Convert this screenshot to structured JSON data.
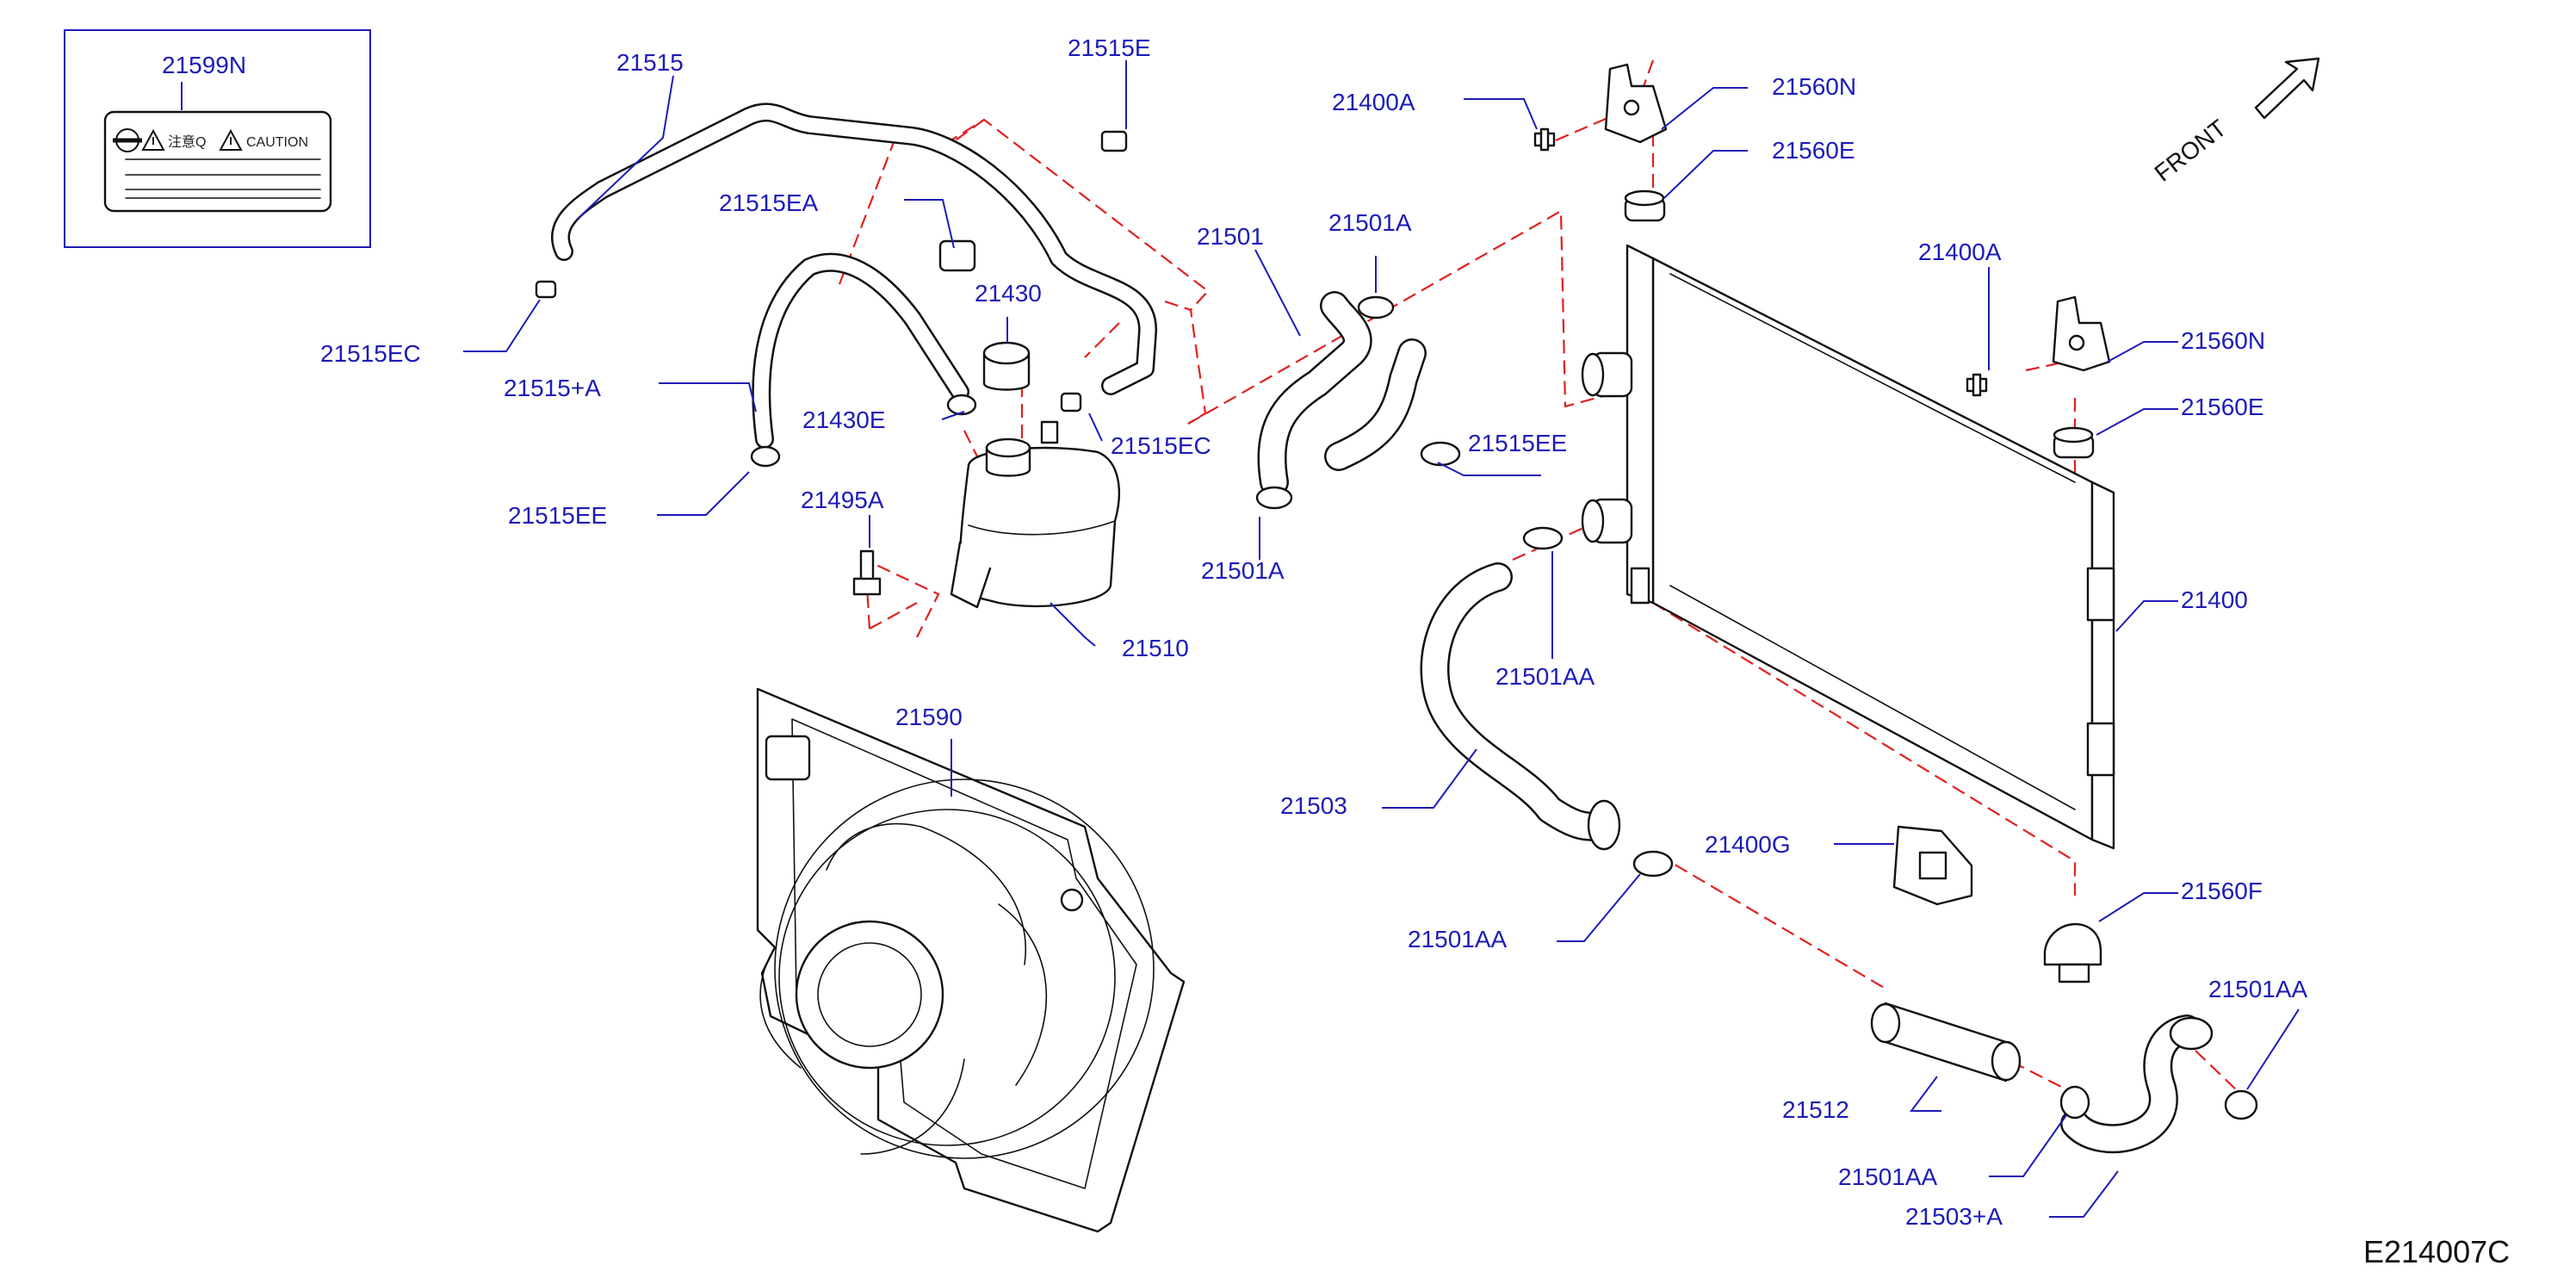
{
  "diagram": {
    "reference_code": "E214007C",
    "front_indicator": "FRONT",
    "label_box": {
      "part_number": "21599N",
      "caution_text": "CAUTION",
      "japanese_caution_text": "注意Q"
    },
    "part_labels": {
      "p21515": "21515",
      "p21515E": "21515E",
      "p21515EA": "21515EA",
      "p21515EC_left": "21515EC",
      "p21515A": "21515+A",
      "p21515EE_left": "21515EE",
      "p21430": "21430",
      "p21430E": "21430E",
      "p21515EC_right": "21515EC",
      "p21495A": "21495A",
      "p21510": "21510",
      "p21501": "21501",
      "p21501A_top": "21501A",
      "p21501A_bottom": "21501A",
      "p21515EE_right": "21515EE",
      "p21400A_top": "21400A",
      "p21560N_top": "21560N",
      "p21560E_top": "21560E",
      "p21400A_right": "21400A",
      "p21560N_right": "21560N",
      "p21560E_right": "21560E",
      "p21400": "21400",
      "p21501AA_upper": "21501AA",
      "p21503": "21503",
      "p21400G": "21400G",
      "p21560F": "21560F",
      "p21501AA_mid": "21501AA",
      "p21501AA_right": "21501AA",
      "p21512": "21512",
      "p21501AA_lower": "21501AA",
      "p21503A": "21503+A",
      "p21590": "21590"
    },
    "colors": {
      "label_blue": "#1c1cb8",
      "leader_blue": "#1c1cb8",
      "dashed_red": "#e02020",
      "line_black": "#111111"
    },
    "icons": [
      "nissan-logo-icon",
      "warning-triangle-icon",
      "front-arrow-icon"
    ]
  }
}
